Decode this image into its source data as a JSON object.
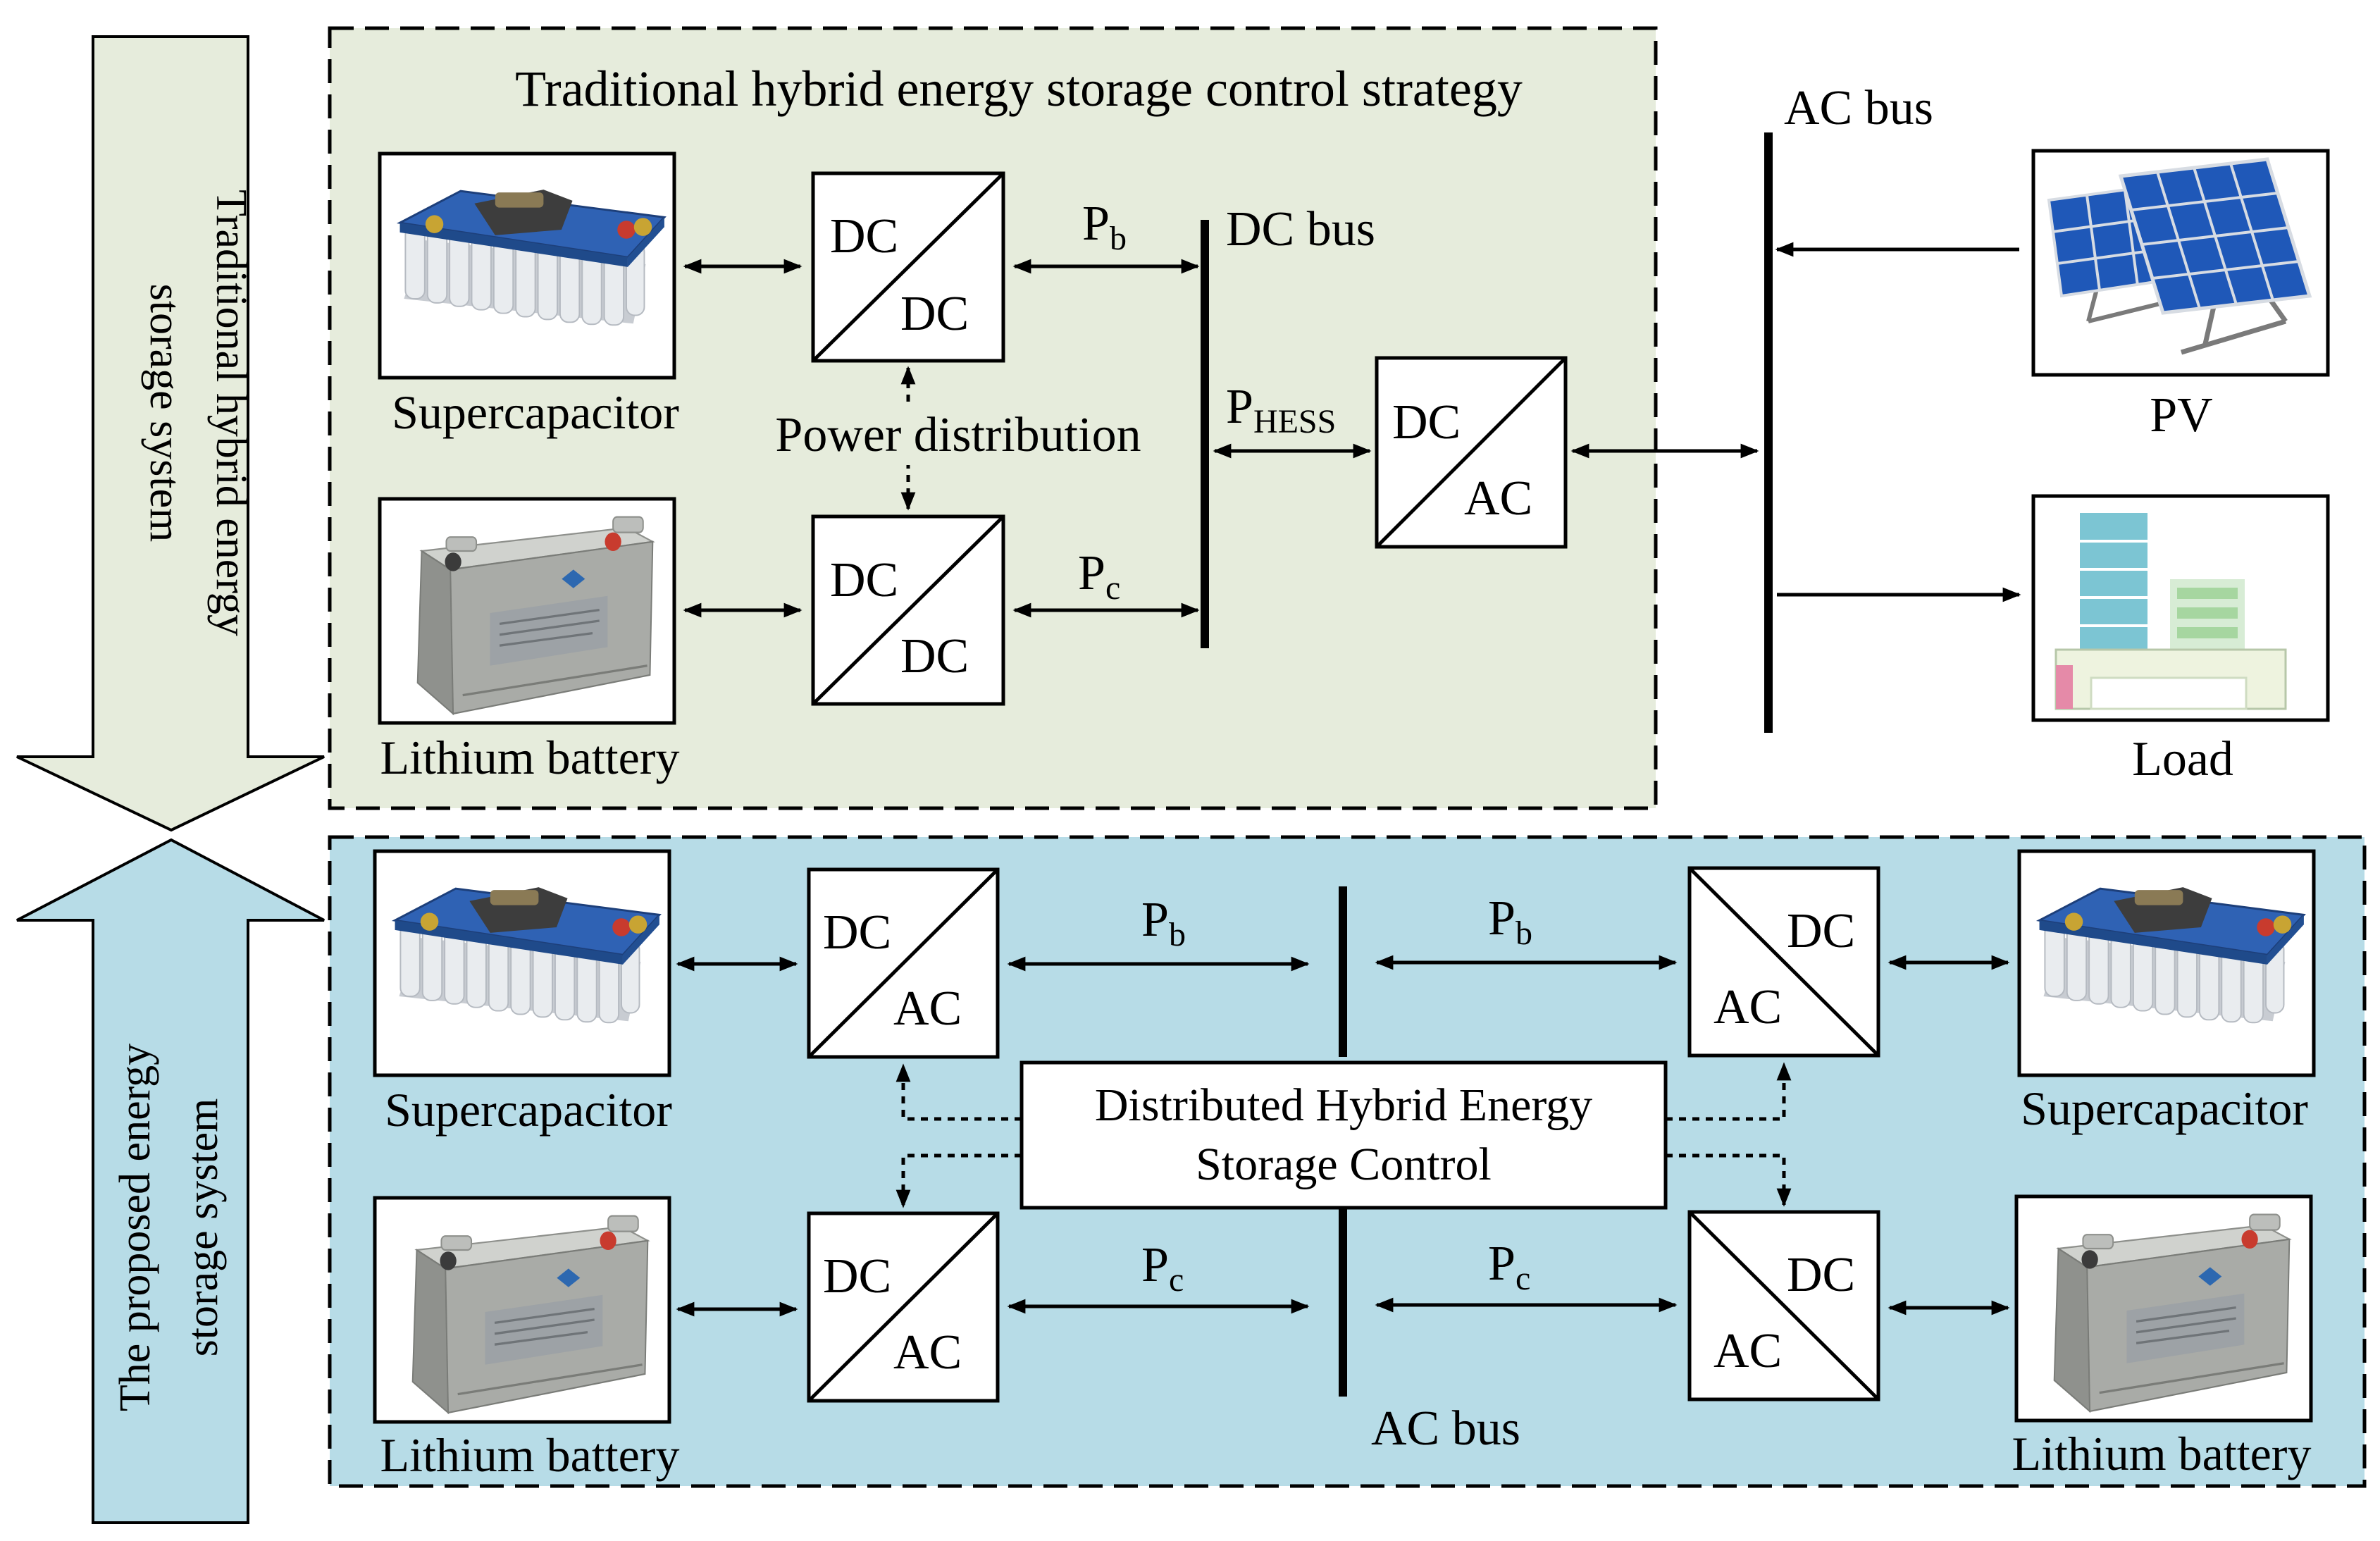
{
  "traditional_panel": {
    "title": "Traditional hybrid energy storage control strategy",
    "supercap_label": "Supercapacitor",
    "battery_label": "Lithium battery",
    "converter_top": [
      "DC",
      "DC"
    ],
    "converter_bottom": [
      "DC",
      "DC"
    ],
    "power_distribution": "Power distribution",
    "pb": "P",
    "pb_sub": "b",
    "pc": "P",
    "pc_sub": "c",
    "phess": "P",
    "phess_sub": "HESS",
    "dc_bus": "DC bus",
    "inverter": [
      "DC",
      "AC"
    ]
  },
  "grid_side": {
    "ac_bus": "AC bus",
    "pv_label": "PV",
    "load_label": "Load"
  },
  "proposed_panel": {
    "left_supercap_label": "Supercapacitor",
    "left_battery_label": "Lithium battery",
    "right_supercap_label": "Supercapacitor",
    "right_battery_label": "Lithium battery",
    "converter_left": [
      "DC",
      "AC"
    ],
    "converter_right": [
      "DC",
      "AC"
    ],
    "control_line1": "Distributed Hybrid Energy",
    "control_line2": "Storage Control",
    "ac_bus": "AC bus",
    "pb": "P",
    "pb_sub": "b",
    "pc": "P",
    "pc_sub": "c"
  },
  "side_arrows": {
    "traditional_line1": "Traditional hybrid energy",
    "traditional_line2": "storage system",
    "proposed_line1": "The proposed energy",
    "proposed_line2": "storage system"
  },
  "colors": {
    "traditional_bg": "#e6ecdc",
    "proposed_bg": "#b7dce7",
    "supercap_blue": "#2f62b4",
    "battery_gray": "#a7a9a6",
    "pv_blue": "#1f58b8"
  }
}
